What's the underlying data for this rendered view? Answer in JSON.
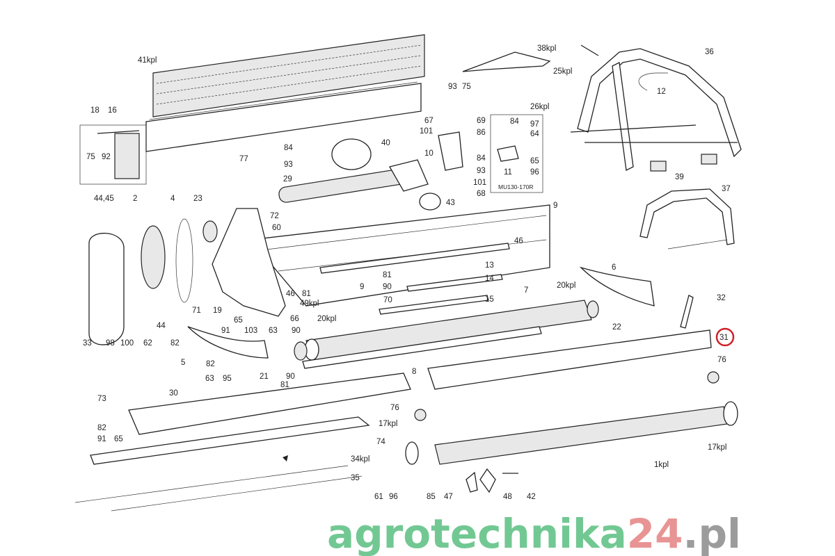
{
  "diagram": {
    "variant_box_label": "MU130-170R",
    "highlighted_part": "31",
    "highlight_color": "#d0202a",
    "labels": [
      "41kpl",
      "38kpl",
      "25kpl",
      "36",
      "12",
      "93",
      "75",
      "18",
      "16",
      "26kpl",
      "67",
      "69",
      "101",
      "86",
      "84",
      "97",
      "64",
      "75",
      "92",
      "84",
      "40",
      "10",
      "84",
      "65",
      "77",
      "93",
      "93",
      "11",
      "96",
      "29",
      "101",
      "68",
      "39",
      "37",
      "44,45",
      "2",
      "4",
      "23",
      "43",
      "9",
      "72",
      "60",
      "46",
      "13",
      "6",
      "81",
      "14",
      "9",
      "20kpl",
      "90",
      "46",
      "81",
      "7",
      "49kpl",
      "70",
      "15",
      "32",
      "71",
      "19",
      "65",
      "66",
      "22",
      "20kpl",
      "44",
      "91",
      "103",
      "63",
      "90",
      "33",
      "98",
      "100",
      "62",
      "82",
      "31",
      "5",
      "82",
      "21",
      "63",
      "95",
      "8",
      "90",
      "81",
      "76",
      "73",
      "30",
      "82",
      "91",
      "65",
      "76",
      "17kpl",
      "74",
      "17kpl",
      "34kpl",
      "1kpl",
      "35",
      "61",
      "96",
      "85",
      "47",
      "48",
      "42"
    ]
  },
  "watermark": {
    "part1": "agrotechnika",
    "part2": "24",
    "part3": ".pl",
    "color1": "#3cb36a",
    "color2": "#e06b6b",
    "color3": "#777777"
  }
}
